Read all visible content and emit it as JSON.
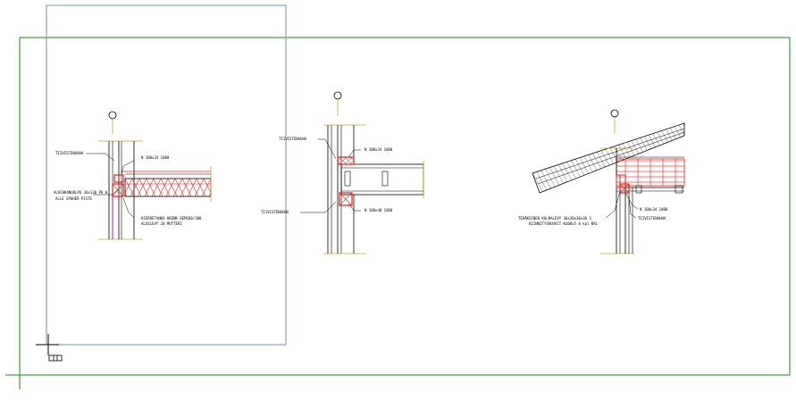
{
  "colors": {
    "frame": "#1a8a1a",
    "viewport": "#6f8fb8",
    "line": "#000000",
    "axis": "#c8a020",
    "insulation": "#e02020",
    "grid": "#4a4a4a"
  },
  "details": {
    "left": {
      "label_top": "TIIVISTENAUHA",
      "label_beam": "N 100x34 1000",
      "label_mid_1": "ALUCHKANUOLPU 30x130 PK 0",
      "label_mid_2": "ALLE SPOHER PISTE",
      "label_bottom_1": "KIERRETANKO KKENK DEM100/300",
      "label_bottom_2": "ALUSLEVY 20 MUTTERI"
    },
    "center": {
      "label_top_left": "TIIVISTENAUHA",
      "label_top_right": "N 100x34 1000",
      "label_bottom_left": "TIIVISTENAUHA",
      "label_bottom_right": "N 100x40 1000"
    },
    "right": {
      "label_beam": "N 100x34 1000",
      "label_tape": "TIIVISTENAUHA",
      "label_steel_1": "TERÄKSINEN KULMALEVY 30x30x30x30 S",
      "label_steel_2": "KIINNITYSRUUVIT N100x5 8 kpl KRL"
    }
  }
}
